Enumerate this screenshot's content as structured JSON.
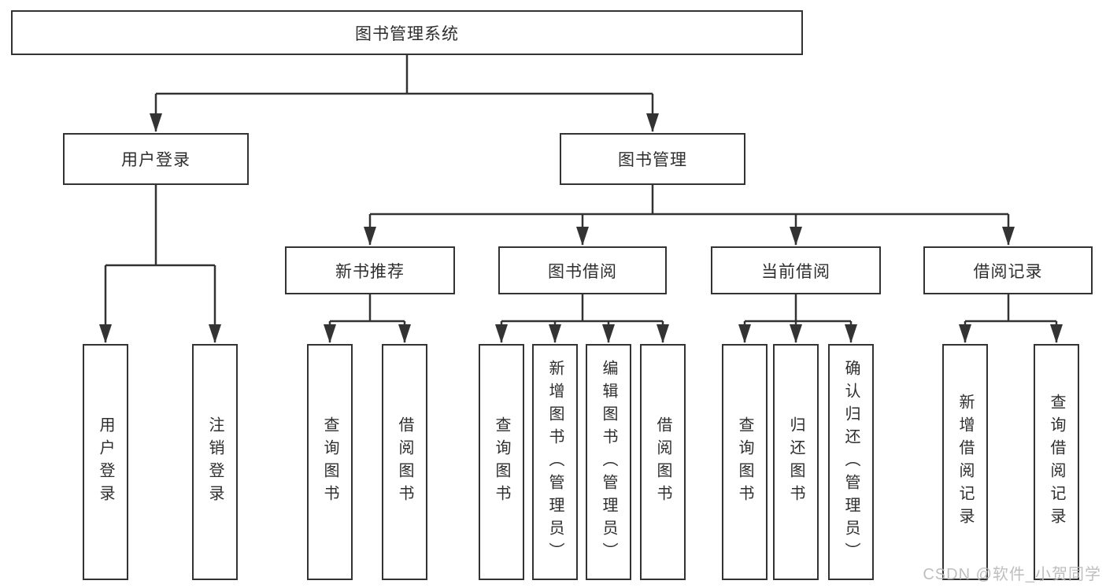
{
  "diagram": {
    "root": {
      "label": "图书管理系统"
    },
    "level2": {
      "user_login": {
        "label": "用户登录"
      },
      "book_mgmt": {
        "label": "图书管理"
      }
    },
    "level3": {
      "new_books": {
        "label": "新书推荐"
      },
      "book_borrow": {
        "label": "图书借阅"
      },
      "current_borrow": {
        "label": "当前借阅"
      },
      "borrow_records": {
        "label": "借阅记录"
      }
    },
    "leaves": {
      "user_login": [
        "用户登录",
        "注销登录"
      ],
      "new_books": [
        "查询图书",
        "借阅图书"
      ],
      "book_borrow": [
        "查询图书",
        "新增图书（管理员）",
        "编辑图书（管理员）",
        "借阅图书"
      ],
      "current_borrow": [
        "查询图书",
        "归还图书",
        "确认归还（管理员）"
      ],
      "borrow_records": [
        "新增借阅记录",
        "查询借阅记录"
      ]
    }
  },
  "watermark": {
    "text": "CSDN @软件_小贺同学"
  },
  "colors": {
    "line": "#333333",
    "text": "#2e2e2e",
    "watermark": "#b9b9b9",
    "background": "#ffffff"
  }
}
